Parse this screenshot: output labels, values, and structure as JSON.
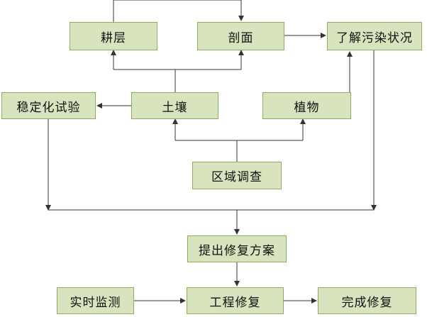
{
  "nodes": {
    "tillage_layer": "耕层",
    "profile": "剖面",
    "pollution_status": "了解污染状况",
    "stabilization_test": "稳定化试验",
    "soil": "土壤",
    "plants": "植物",
    "regional_survey": "区域调查",
    "repair_plan": "提出修复方案",
    "realtime_monitoring": "实时监测",
    "engineering_repair": "工程修复",
    "repair_complete": "完成修复"
  },
  "edges": [
    {
      "from": "regional_survey",
      "to": "soil"
    },
    {
      "from": "regional_survey",
      "to": "plants"
    },
    {
      "from": "soil",
      "to": "tillage_layer"
    },
    {
      "from": "soil",
      "to": "profile"
    },
    {
      "from": "tillage_layer",
      "to": "profile"
    },
    {
      "from": "soil",
      "to": "stabilization_test"
    },
    {
      "from": "profile",
      "to": "pollution_status"
    },
    {
      "from": "plants",
      "to": "pollution_status"
    },
    {
      "from": "stabilization_test",
      "to": "repair_plan"
    },
    {
      "from": "pollution_status",
      "to": "repair_plan"
    },
    {
      "from": "repair_plan",
      "to": "engineering_repair"
    },
    {
      "from": "realtime_monitoring",
      "to": "engineering_repair"
    },
    {
      "from": "engineering_repair",
      "to": "repair_complete"
    }
  ],
  "colors": {
    "node_fill": "#d7e4bd",
    "node_border": "#8fae5c",
    "line": "#333333"
  }
}
